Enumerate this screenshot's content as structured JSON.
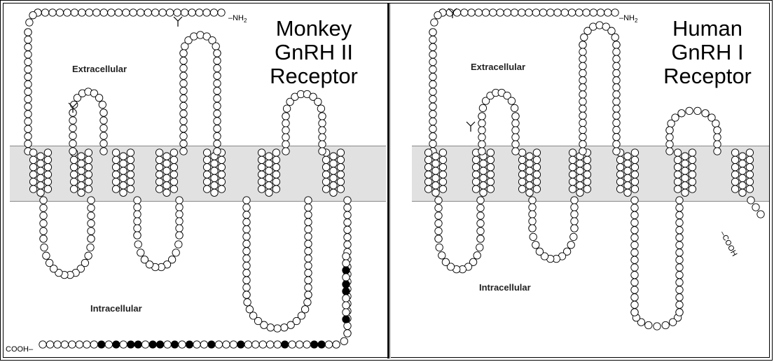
{
  "left_panel": {
    "title_lines": [
      "Monkey",
      "GnRH II",
      "Receptor"
    ],
    "extracellular_label": "Extracellular",
    "intracellular_label": "Intracellular",
    "n_terminus_label": "–NH",
    "n_terminus_sub": "2",
    "c_terminus_label": "COOH–"
  },
  "right_panel": {
    "title_lines": [
      "Human",
      "GnRH  I",
      "Receptor"
    ],
    "extracellular_label": "Extracellular",
    "intracellular_label": "Intracellular",
    "n_terminus_label": "–NH",
    "n_terminus_sub": "2",
    "c_terminus_label": "–COOH"
  },
  "colors": {
    "membrane": "#e1e1e1",
    "residue_fill": "#ffffff",
    "residue_stroke": "#000000",
    "highlight_residue": "#000000"
  },
  "icons": [
    "glycosylation-site-icon"
  ]
}
